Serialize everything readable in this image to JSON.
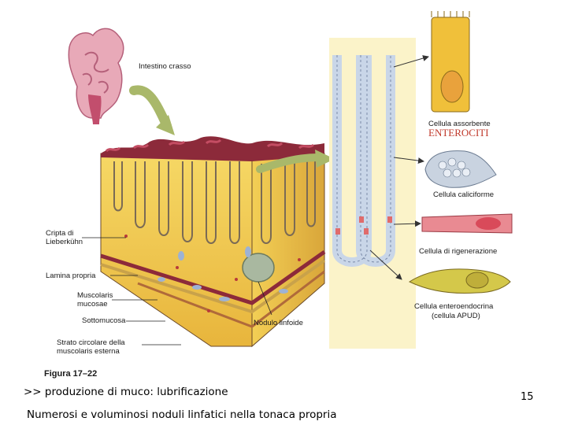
{
  "figure": {
    "caption": "Figura 17–22",
    "labels": {
      "large_intestine": "Intestino crasso",
      "crypt_1": "Cripta di",
      "crypt_2": "Lieberkühn",
      "lamina_propria": "Lamina propria",
      "muscularis_1": "Muscolaris",
      "muscularis_2": "mucosae",
      "submucosa": "Sottomucosa",
      "circular_1": "Strato circolare della",
      "circular_2": "muscolaris esterna",
      "lymph_nodule": "Nodulo linfoide",
      "absorbent": "Cellula assorbente",
      "enterocytes": "ENTEROCITI",
      "goblet": "Cellula caliciforme",
      "regeneration": "Cellula di rigenerazione",
      "enteroendocrine_1": "Cellula enteroendocrina",
      "enteroendocrine_2": "(cellula APUD)"
    }
  },
  "notes": {
    "line1": ">> produzione di muco: lubrificazione",
    "line2": "Numerosi e voluminosi noduli linfatici nella tonaca propria"
  },
  "page_number": "15",
  "colors": {
    "tissue": "#f2c84b",
    "mucosa_top": "#8c2a3a",
    "arrow": "#a9b86a",
    "cell_blue": "#c9d6e8",
    "text": "#1a1a1a",
    "accent_red": "#c0392b"
  }
}
